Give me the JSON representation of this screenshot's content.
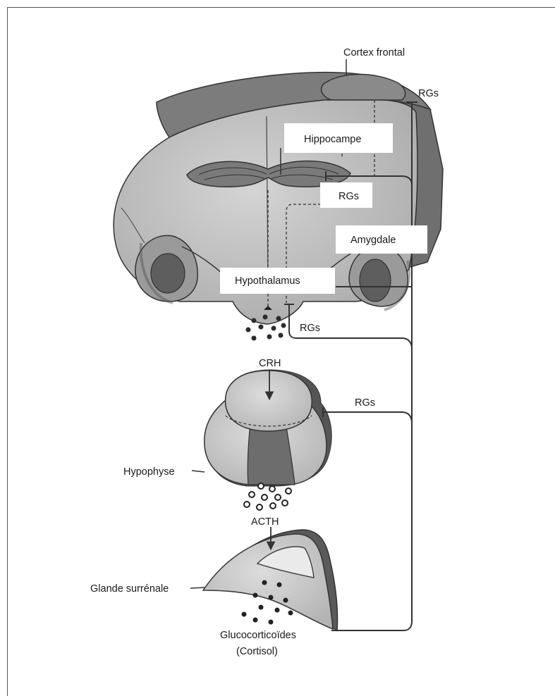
{
  "labels": {
    "cortex_frontal": "Cortex frontal",
    "rgs_top": "RGs",
    "hippocampe": "Hippocampe",
    "rgs_mid": "RGs",
    "amygdale": "Amygdale",
    "hypothalamus": "Hypothalamus",
    "rgs_hypo": "RGs",
    "crh": "CRH",
    "rgs_pit": "RGs",
    "hypophyse": "Hypophyse",
    "acth": "ACTH",
    "glande": "Glande surrénale",
    "gluco_line1": "Glucocorticoïdes",
    "gluco_line2": "(Cortisol)"
  }
}
